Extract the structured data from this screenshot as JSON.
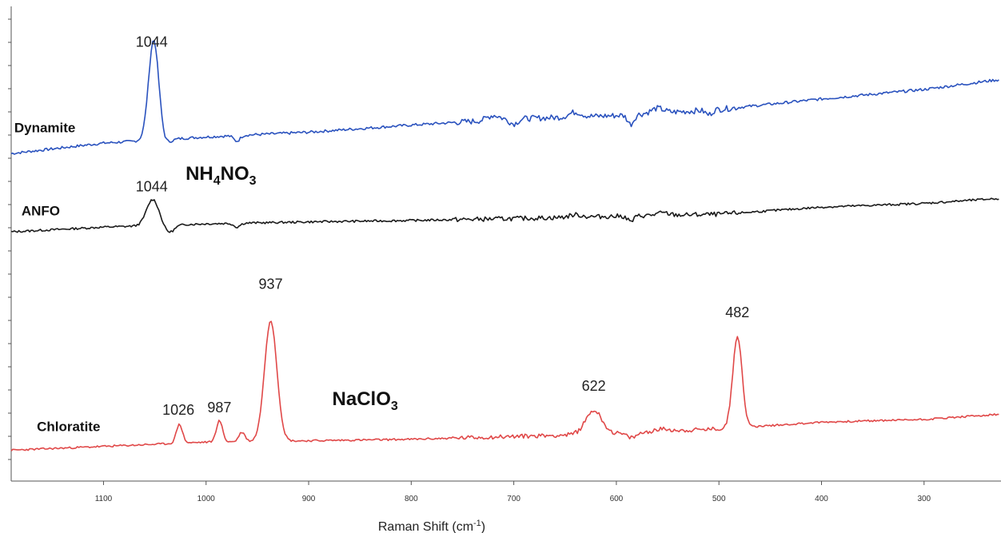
{
  "chart_data": {
    "type": "line",
    "xlabel_main": "Raman Shift (cm",
    "xlabel_sup": "-1",
    "xlabel_end": ")",
    "x_reversed": true,
    "xlim": [
      1190,
      225
    ],
    "ylim": [
      0,
      100
    ],
    "grid": false,
    "x_ticks": [
      1100,
      1000,
      900,
      800,
      700,
      600,
      500,
      400,
      300
    ],
    "x_tick_labels": [
      "1100",
      "1000",
      "900",
      "800",
      "700",
      "600",
      "500",
      "400",
      "300"
    ],
    "series": [
      {
        "name": "Dynamite",
        "color": "#2a52be",
        "baseline": [
          [
            1190,
            69.0
          ],
          [
            1100,
            71.2
          ],
          [
            1000,
            72.5
          ],
          [
            900,
            73.5
          ],
          [
            800,
            75.0
          ],
          [
            700,
            76.3
          ],
          [
            600,
            77.0
          ],
          [
            500,
            78.3
          ],
          [
            400,
            80.5
          ],
          [
            300,
            82.5
          ],
          [
            230,
            84.5
          ]
        ],
        "peaks": [
          {
            "x": 1051,
            "h": 21.5,
            "w": 5
          },
          {
            "x": 1042,
            "h": -1.2,
            "w": 6
          }
        ],
        "dips": [
          {
            "x": 970,
            "h": -1.2,
            "w": 3
          },
          {
            "x": 720,
            "h": 1.0,
            "w": 6
          },
          {
            "x": 700,
            "h": -1.0,
            "w": 4
          },
          {
            "x": 640,
            "h": 1.0,
            "w": 6
          },
          {
            "x": 586,
            "h": -2.0,
            "w": 3
          },
          {
            "x": 560,
            "h": 1.0,
            "w": 6
          },
          {
            "x": 510,
            "h": -1.0,
            "w": 3
          }
        ],
        "noise": 0.28,
        "seed": 7
      },
      {
        "name": "ANFO",
        "color": "#1a1a1a",
        "baseline": [
          [
            1190,
            52.5
          ],
          [
            1100,
            53.5
          ],
          [
            1000,
            54.2
          ],
          [
            900,
            54.6
          ],
          [
            800,
            54.9
          ],
          [
            700,
            55.3
          ],
          [
            600,
            55.8
          ],
          [
            500,
            56.2
          ],
          [
            400,
            57.7
          ],
          [
            300,
            58.5
          ],
          [
            230,
            59.5
          ]
        ],
        "peaks": [
          {
            "x": 1052,
            "h": 5.5,
            "w": 6
          },
          {
            "x": 1036,
            "h": -1.6,
            "w": 5
          }
        ],
        "dips": [
          {
            "x": 970,
            "h": -0.8,
            "w": 3
          },
          {
            "x": 586,
            "h": -1.2,
            "w": 3
          },
          {
            "x": 640,
            "h": 0.5,
            "w": 6
          },
          {
            "x": 555,
            "h": 0.5,
            "w": 6
          }
        ],
        "noise": 0.22,
        "seed": 13
      },
      {
        "name": "Chloratite",
        "color": "#e04848",
        "baseline": [
          [
            1190,
            6.5
          ],
          [
            1100,
            7.3
          ],
          [
            1000,
            8.2
          ],
          [
            900,
            8.5
          ],
          [
            800,
            8.8
          ],
          [
            700,
            9.4
          ],
          [
            600,
            10.0
          ],
          [
            500,
            11.0
          ],
          [
            400,
            12.4
          ],
          [
            300,
            13.0
          ],
          [
            230,
            14.0
          ]
        ],
        "peaks": [
          {
            "x": 1026,
            "h": 4.0,
            "w": 3
          },
          {
            "x": 987,
            "h": 4.5,
            "w": 3
          },
          {
            "x": 965,
            "h": 2.0,
            "w": 3
          },
          {
            "x": 937,
            "h": 25.5,
            "w": 6
          },
          {
            "x": 622,
            "h": 5.0,
            "w": 8
          },
          {
            "x": 482,
            "h": 19.5,
            "w": 4.5
          }
        ],
        "dips": [
          {
            "x": 585,
            "h": -1.0,
            "w": 5
          },
          {
            "x": 555,
            "h": 0.5,
            "w": 8
          }
        ],
        "noise": 0.2,
        "seed": 23
      }
    ],
    "series_labels": [
      {
        "text": "Dynamite",
        "x": 1187,
        "y": 73.5
      },
      {
        "text": "ANFO",
        "x": 1180,
        "y": 56.0
      },
      {
        "text": "Chloratite",
        "x": 1165,
        "y": 10.5
      }
    ],
    "peak_labels": [
      {
        "text": "1044",
        "x": 1053,
        "y": 91.5
      },
      {
        "text": "1044",
        "x": 1053,
        "y": 61.0
      },
      {
        "text": "937",
        "x": 937,
        "y": 40.5
      },
      {
        "text": "1026",
        "x": 1027,
        "y": 14.0
      },
      {
        "text": "987",
        "x": 987,
        "y": 14.5
      },
      {
        "text": "622",
        "x": 622,
        "y": 19.0
      },
      {
        "text": "482",
        "x": 482,
        "y": 34.5
      }
    ],
    "compound_labels": [
      {
        "base": "NH",
        "sub1": "4",
        "mid": "NO",
        "sub2": "3",
        "x": 1020,
        "y": 63.5
      },
      {
        "base": "NaClO",
        "sub1": "3",
        "mid": "",
        "sub2": "",
        "x": 877,
        "y": 16.0
      }
    ]
  }
}
